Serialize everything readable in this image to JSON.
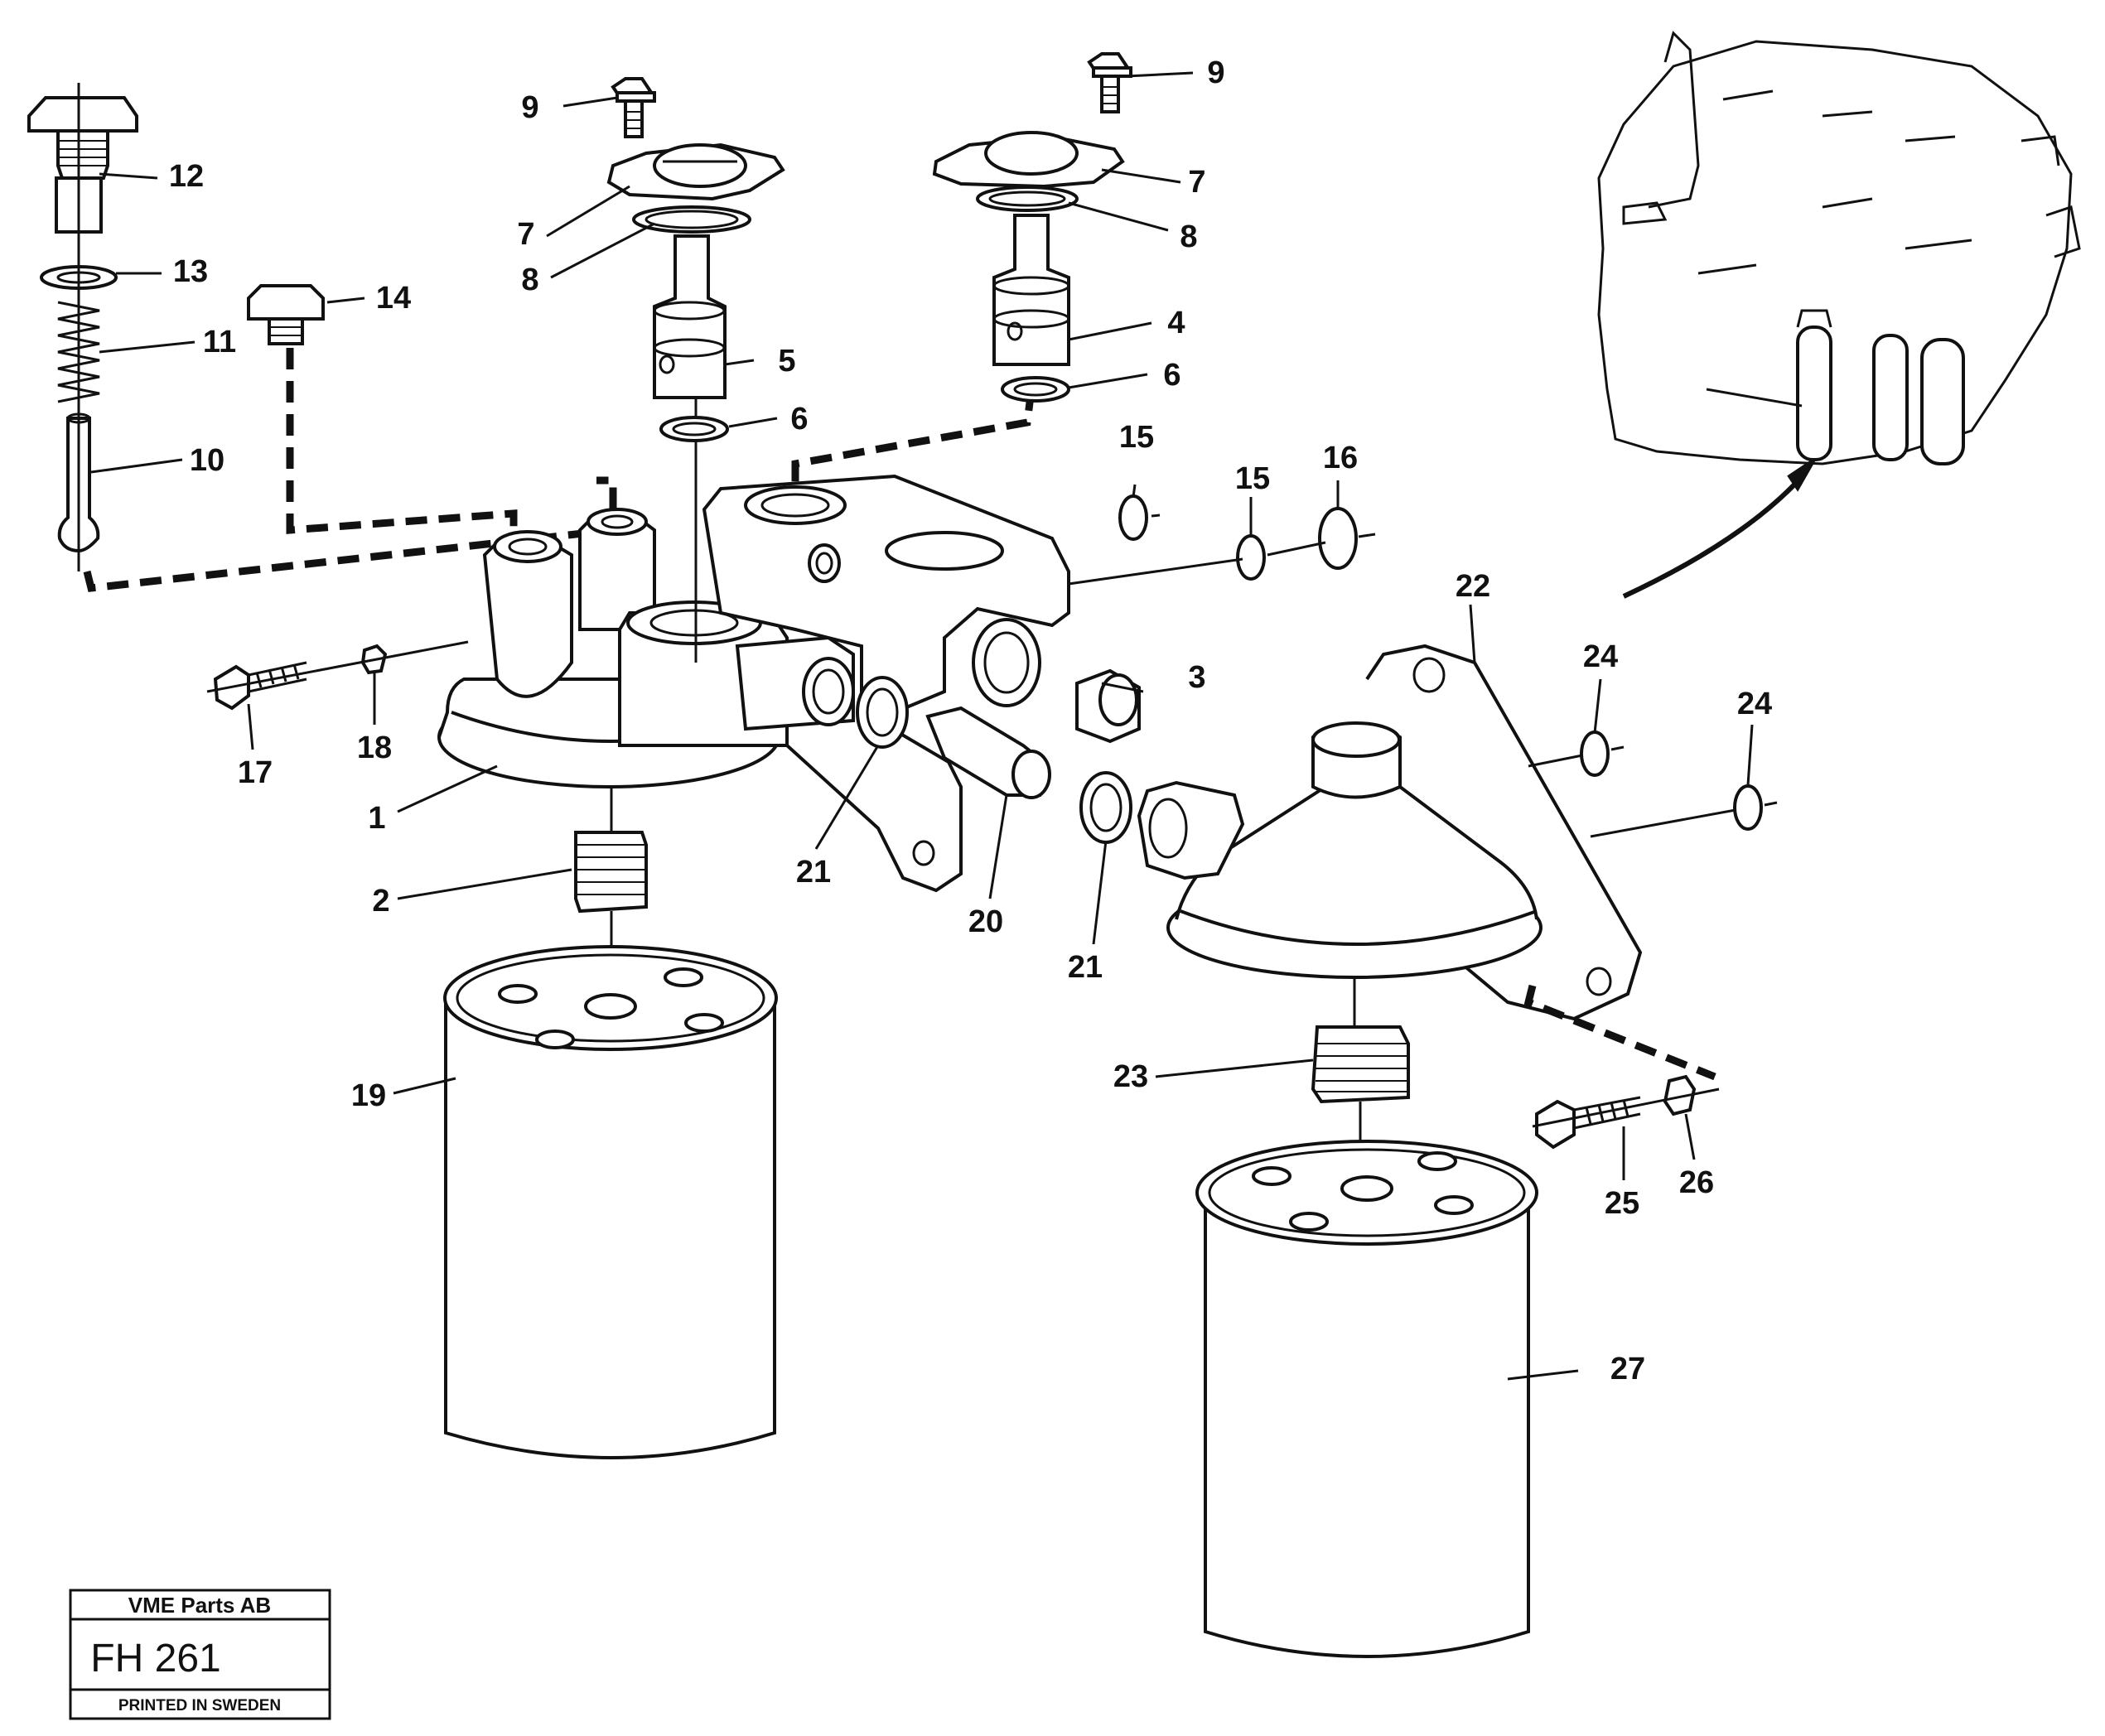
{
  "diagram": {
    "callouts": {
      "c1": "1",
      "c2": "2",
      "c3": "3",
      "c4": "4",
      "c5": "5",
      "c6a": "6",
      "c6b": "6",
      "c7a": "7",
      "c7b": "7",
      "c8a": "8",
      "c8b": "8",
      "c9a": "9",
      "c9b": "9",
      "c10": "10",
      "c11": "11",
      "c12": "12",
      "c13": "13",
      "c14": "14",
      "c15a": "15",
      "c15b": "15",
      "c16": "16",
      "c17": "17",
      "c18": "18",
      "c19": "19",
      "c20": "20",
      "c21a": "21",
      "c21b": "21",
      "c22": "22",
      "c23": "23",
      "c24a": "24",
      "c24b": "24",
      "c25": "25",
      "c26": "26",
      "c27": "27"
    },
    "stamp": {
      "company": "VME Parts AB",
      "code": "FH 261",
      "note": "PRINTED IN SWEDEN"
    }
  }
}
